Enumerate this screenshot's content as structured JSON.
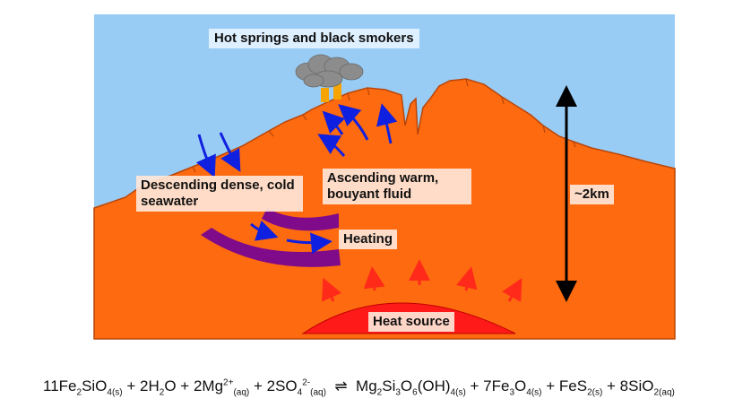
{
  "labels": {
    "hot_springs": "Hot springs and black smokers",
    "descending": "Descending dense, cold seawater",
    "ascending": "Ascending warm, bouyant fluid",
    "heating": "Heating",
    "depth": "~2km",
    "heat_source": "Heat source"
  },
  "equation": {
    "lhs": [
      {
        "coef": "11",
        "formula": "Fe",
        "parts": [
          [
            "Fe",
            ""
          ],
          [
            "2",
            "sub"
          ],
          [
            "SiO",
            ""
          ],
          [
            "4(s)",
            "sub"
          ]
        ]
      },
      {
        "coef": "2",
        "parts": [
          [
            "H",
            ""
          ],
          [
            "2",
            "sub"
          ],
          [
            "O",
            ""
          ]
        ]
      },
      {
        "coef": "2",
        "parts": [
          [
            "Mg",
            ""
          ],
          [
            "2+",
            "sup"
          ],
          [
            "(aq)",
            "sub"
          ]
        ]
      },
      {
        "coef": "2",
        "parts": [
          [
            "SO",
            ""
          ],
          [
            "4",
            "sub"
          ],
          [
            "2-",
            "sup"
          ],
          [
            "(aq)",
            "sub"
          ]
        ]
      }
    ],
    "arrow": "⇌",
    "rhs": [
      {
        "coef": "",
        "parts": [
          [
            "Mg",
            ""
          ],
          [
            "2",
            "sub"
          ],
          [
            "Si",
            ""
          ],
          [
            "3",
            "sub"
          ],
          [
            "O",
            ""
          ],
          [
            "6",
            "sub"
          ],
          [
            "(OH)",
            ""
          ],
          [
            "4(s)",
            "sub"
          ]
        ]
      },
      {
        "coef": "7",
        "parts": [
          [
            "Fe",
            ""
          ],
          [
            "3",
            "sub"
          ],
          [
            "O",
            ""
          ],
          [
            "4(s)",
            "sub"
          ]
        ]
      },
      {
        "coef": "",
        "parts": [
          [
            "FeS",
            ""
          ],
          [
            "2(s)",
            "sub"
          ]
        ]
      },
      {
        "coef": "8",
        "parts": [
          [
            "SiO",
            ""
          ],
          [
            "2(aq)",
            "sub"
          ]
        ]
      }
    ]
  },
  "colors": {
    "sky": "#99ccf5",
    "crust": "#fd6a0f",
    "crust_edge": "#b8460a",
    "magma": "#ff1a1a",
    "band": "#7f0a8a",
    "flow_arrow": "#1020e0",
    "heat_arrow": "#ff2a1a",
    "smoke": "#8c8c8c"
  }
}
